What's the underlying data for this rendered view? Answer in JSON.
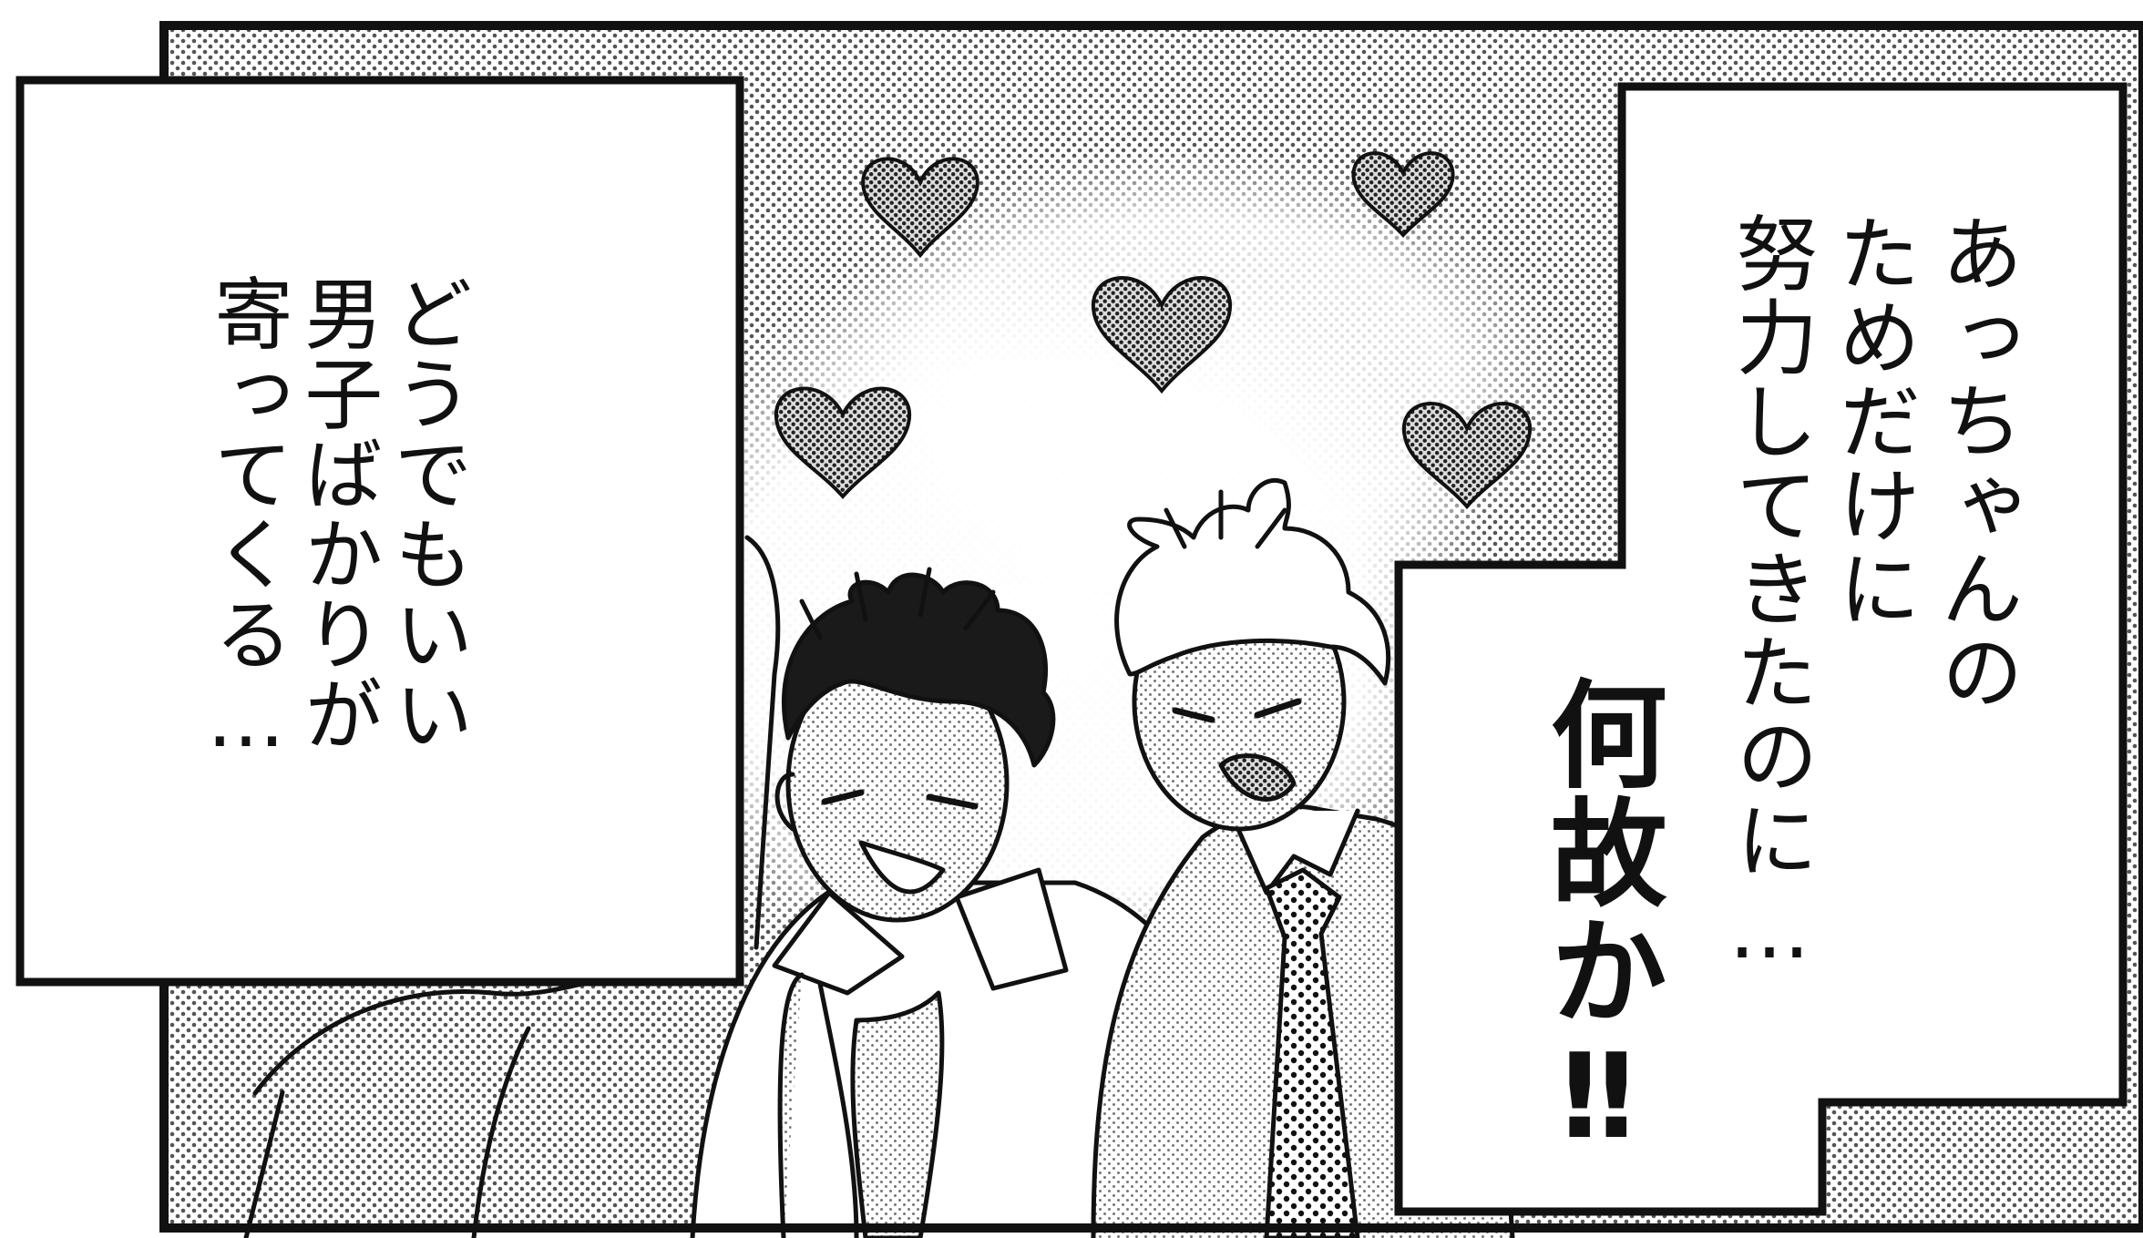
{
  "panel": {
    "description_name": "manga-panel"
  },
  "left_caption": {
    "lines": [
      "どうでもいい",
      "男子ばかりが",
      "寄ってくる…"
    ]
  },
  "right_caption": {
    "lines": [
      "あっちゃんの",
      "ためだけに",
      "努力してきたのに…"
    ],
    "exclaim": "何故か‼"
  },
  "colors": {
    "ink": "#111111",
    "paper": "#ffffff",
    "screentone": "#9a9a9a"
  }
}
